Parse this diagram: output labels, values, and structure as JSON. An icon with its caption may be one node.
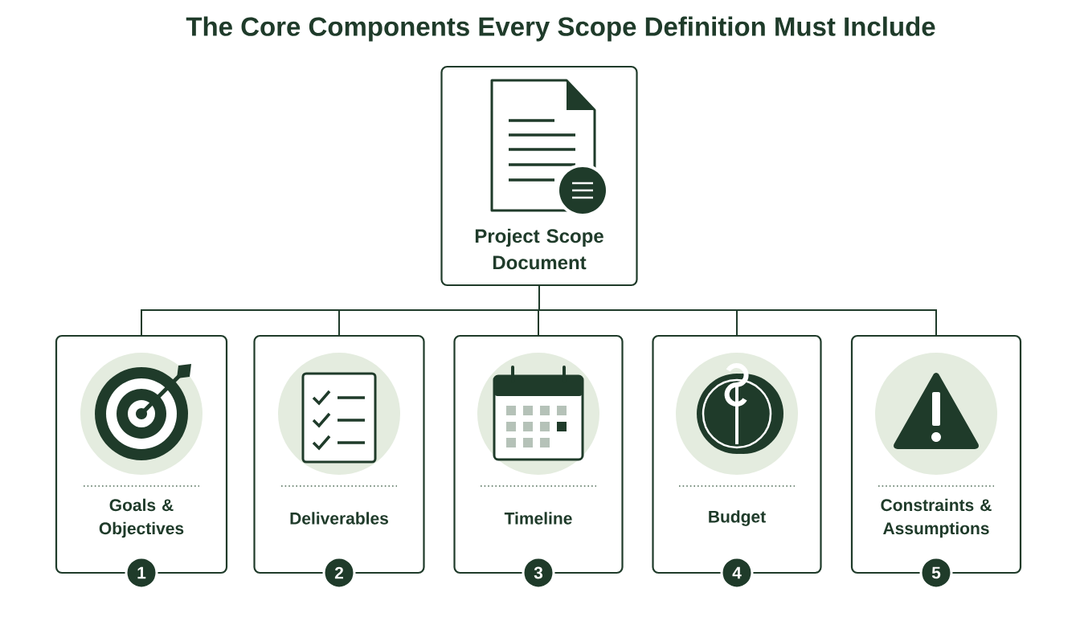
{
  "diagram": {
    "title": "The Core Components Every Scope Definition Must Include",
    "nodes": [
      {
        "text": [
          "Project Scope Document"
        ]
      },
      {
        "text": [
          "Goals & Objectives"
        ]
      },
      {
        "text": [
          "Deliverables"
        ]
      },
      {
        "text": [
          "Timeline"
        ]
      },
      {
        "text": [
          "Budget"
        ]
      },
      {
        "text": [
          "Constraints & Assumptions"
        ]
      },
      {
        "text": [
          "1"
        ]
      },
      {
        "text": [
          "2"
        ]
      },
      {
        "text": [
          "3"
        ]
      },
      {
        "text": [
          "4"
        ]
      },
      {
        "text": [
          "5"
        ]
      }
    ],
    "edges": [
      {
        "from": 0,
        "to": 1,
        "arrow": "none"
      },
      {
        "from": 0,
        "to": 2,
        "arrow": "none"
      },
      {
        "from": 0,
        "to": 3,
        "arrow": "none"
      },
      {
        "from": 0,
        "to": 4,
        "arrow": "none"
      },
      {
        "from": 0,
        "to": 5,
        "arrow": "none"
      }
    ]
  }
}
